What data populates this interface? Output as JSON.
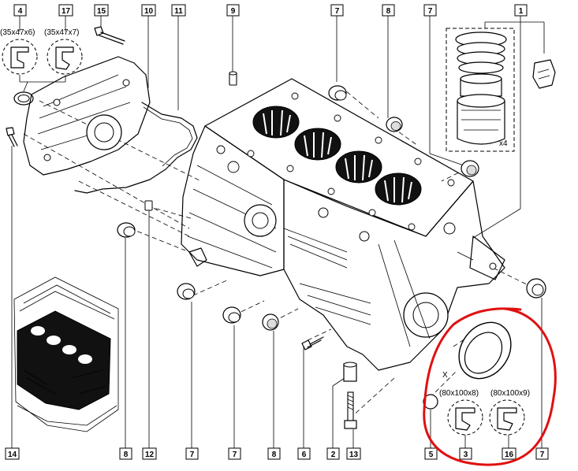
{
  "callouts": {
    "top": [
      "4",
      "17",
      "15",
      "10",
      "11",
      "9",
      "7",
      "8",
      "7",
      "1"
    ],
    "bottom": [
      "14",
      "8",
      "12",
      "7",
      "7",
      "8",
      "6",
      "2",
      "13",
      "5",
      "3",
      "16",
      "7"
    ]
  },
  "seal_specs": {
    "left_a": "(35x47x6)",
    "left_b": "(35x47x7)",
    "right_a": "(80x100x8)",
    "right_b": "(80x100x9)"
  },
  "piston_qty": "x4",
  "x_mark": "X",
  "highlight_color": "#e01010"
}
